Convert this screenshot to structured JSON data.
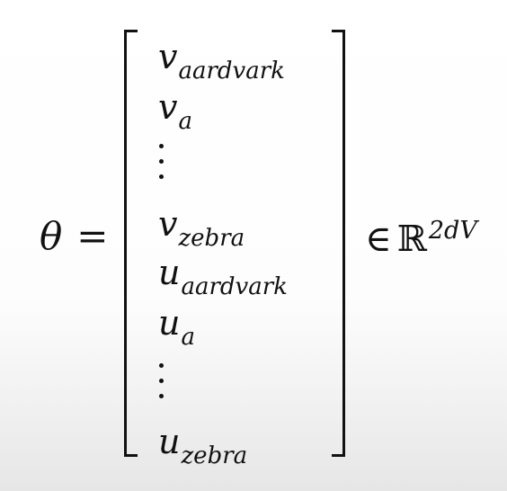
{
  "equation": {
    "lhs_symbol": "θ",
    "equals": "=",
    "entries": [
      {
        "base": "v",
        "subscript": "aardvark"
      },
      {
        "base": "v",
        "subscript": "a"
      },
      {
        "base": "v",
        "subscript": "zebra"
      },
      {
        "base": "u",
        "subscript": "aardvark"
      },
      {
        "base": "u",
        "subscript": "a"
      },
      {
        "base": "u",
        "subscript": "zebra"
      }
    ],
    "element_of": "∈",
    "set": "ℝ",
    "exponent": "2dV"
  }
}
